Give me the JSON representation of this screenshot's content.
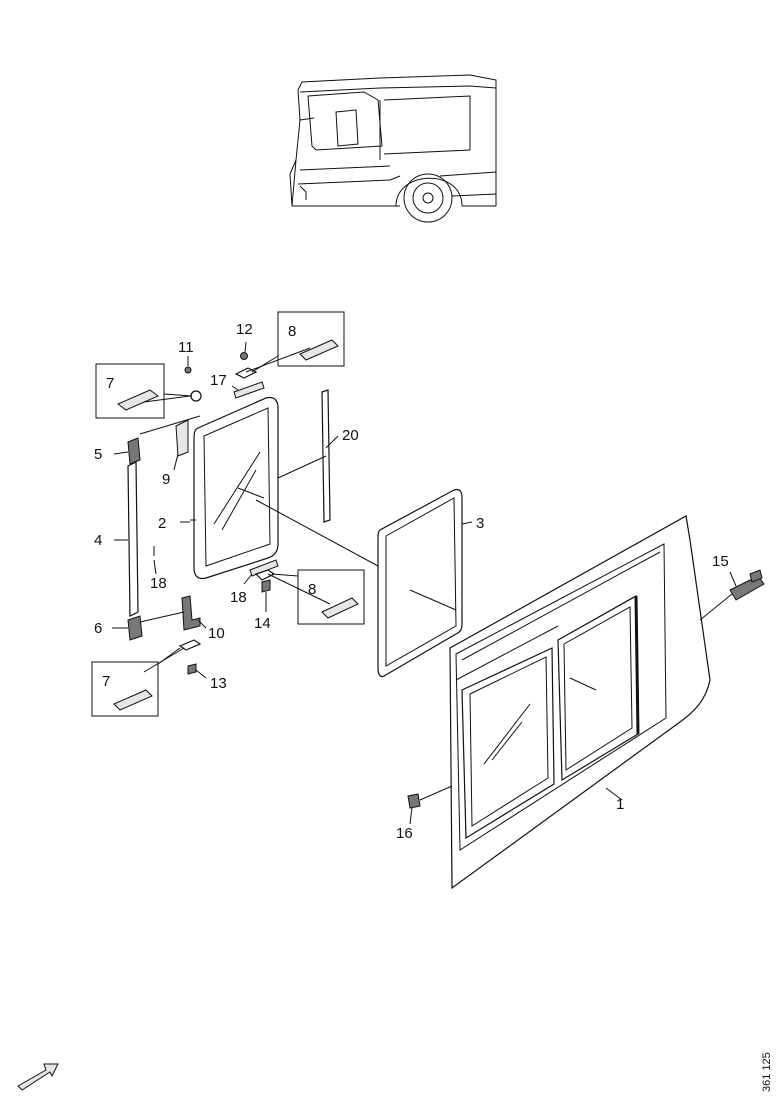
{
  "diagram": {
    "reference_code": "361 125",
    "callouts": {
      "c1": "1",
      "c2": "2",
      "c3": "3",
      "c4": "4",
      "c5": "5",
      "c6": "6",
      "c7a": "7",
      "c7b": "7",
      "c8a": "8",
      "c8b": "8",
      "c9": "9",
      "c10": "10",
      "c11": "11",
      "c12": "12",
      "c13": "13",
      "c14": "14",
      "c15": "15",
      "c16": "16",
      "c17": "17",
      "c18a": "18",
      "c18b": "18",
      "c20": "20"
    }
  }
}
